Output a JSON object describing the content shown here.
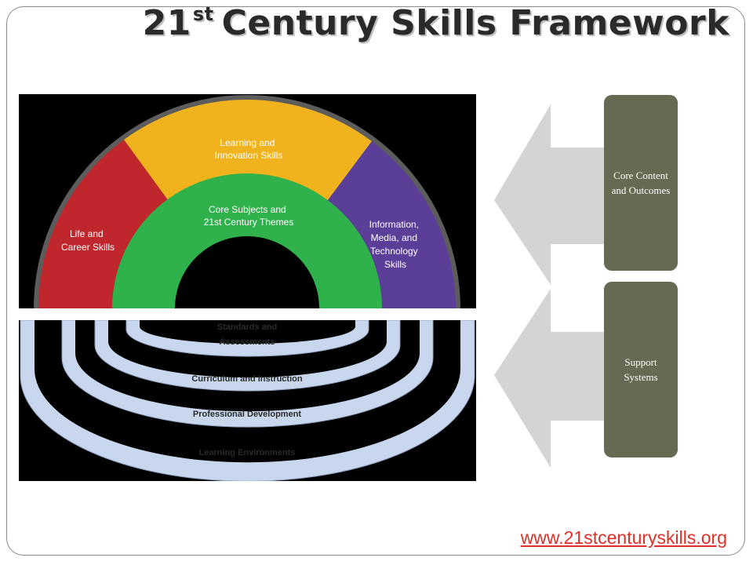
{
  "slide": {
    "title_main": "21",
    "title_sup": "st",
    "title_rest": "Century Skills Framework",
    "url": "www.21stcenturyskills.org"
  },
  "rainbow": {
    "life_line1": "Life and",
    "life_line2": "Career Skills",
    "learning_line1": "Learning and",
    "learning_line2": "Innovation Skills",
    "info_line1": "Information,",
    "info_line2": "Media, and",
    "info_line3": "Technology",
    "info_line4": "Skills",
    "core_line1": "Core Subjects and",
    "core_line2": "21st Century Themes"
  },
  "pools": {
    "standards_line1": "Standards and",
    "standards_line2": "Assessments",
    "curriculum": "Curriculum and Instruction",
    "professional": "Professional Development",
    "environments": "Learning Environments"
  },
  "boxes": {
    "core": "Core Content and Outcomes",
    "support": "Support Systems"
  },
  "colors": {
    "life": "#c0272d",
    "learning": "#f0b31d",
    "info": "#5a3e98",
    "core": "#2fb14b",
    "ring": "#c9d7ee",
    "box": "#656a52",
    "arrow": "#d4d4d4",
    "url": "#e0302b"
  }
}
